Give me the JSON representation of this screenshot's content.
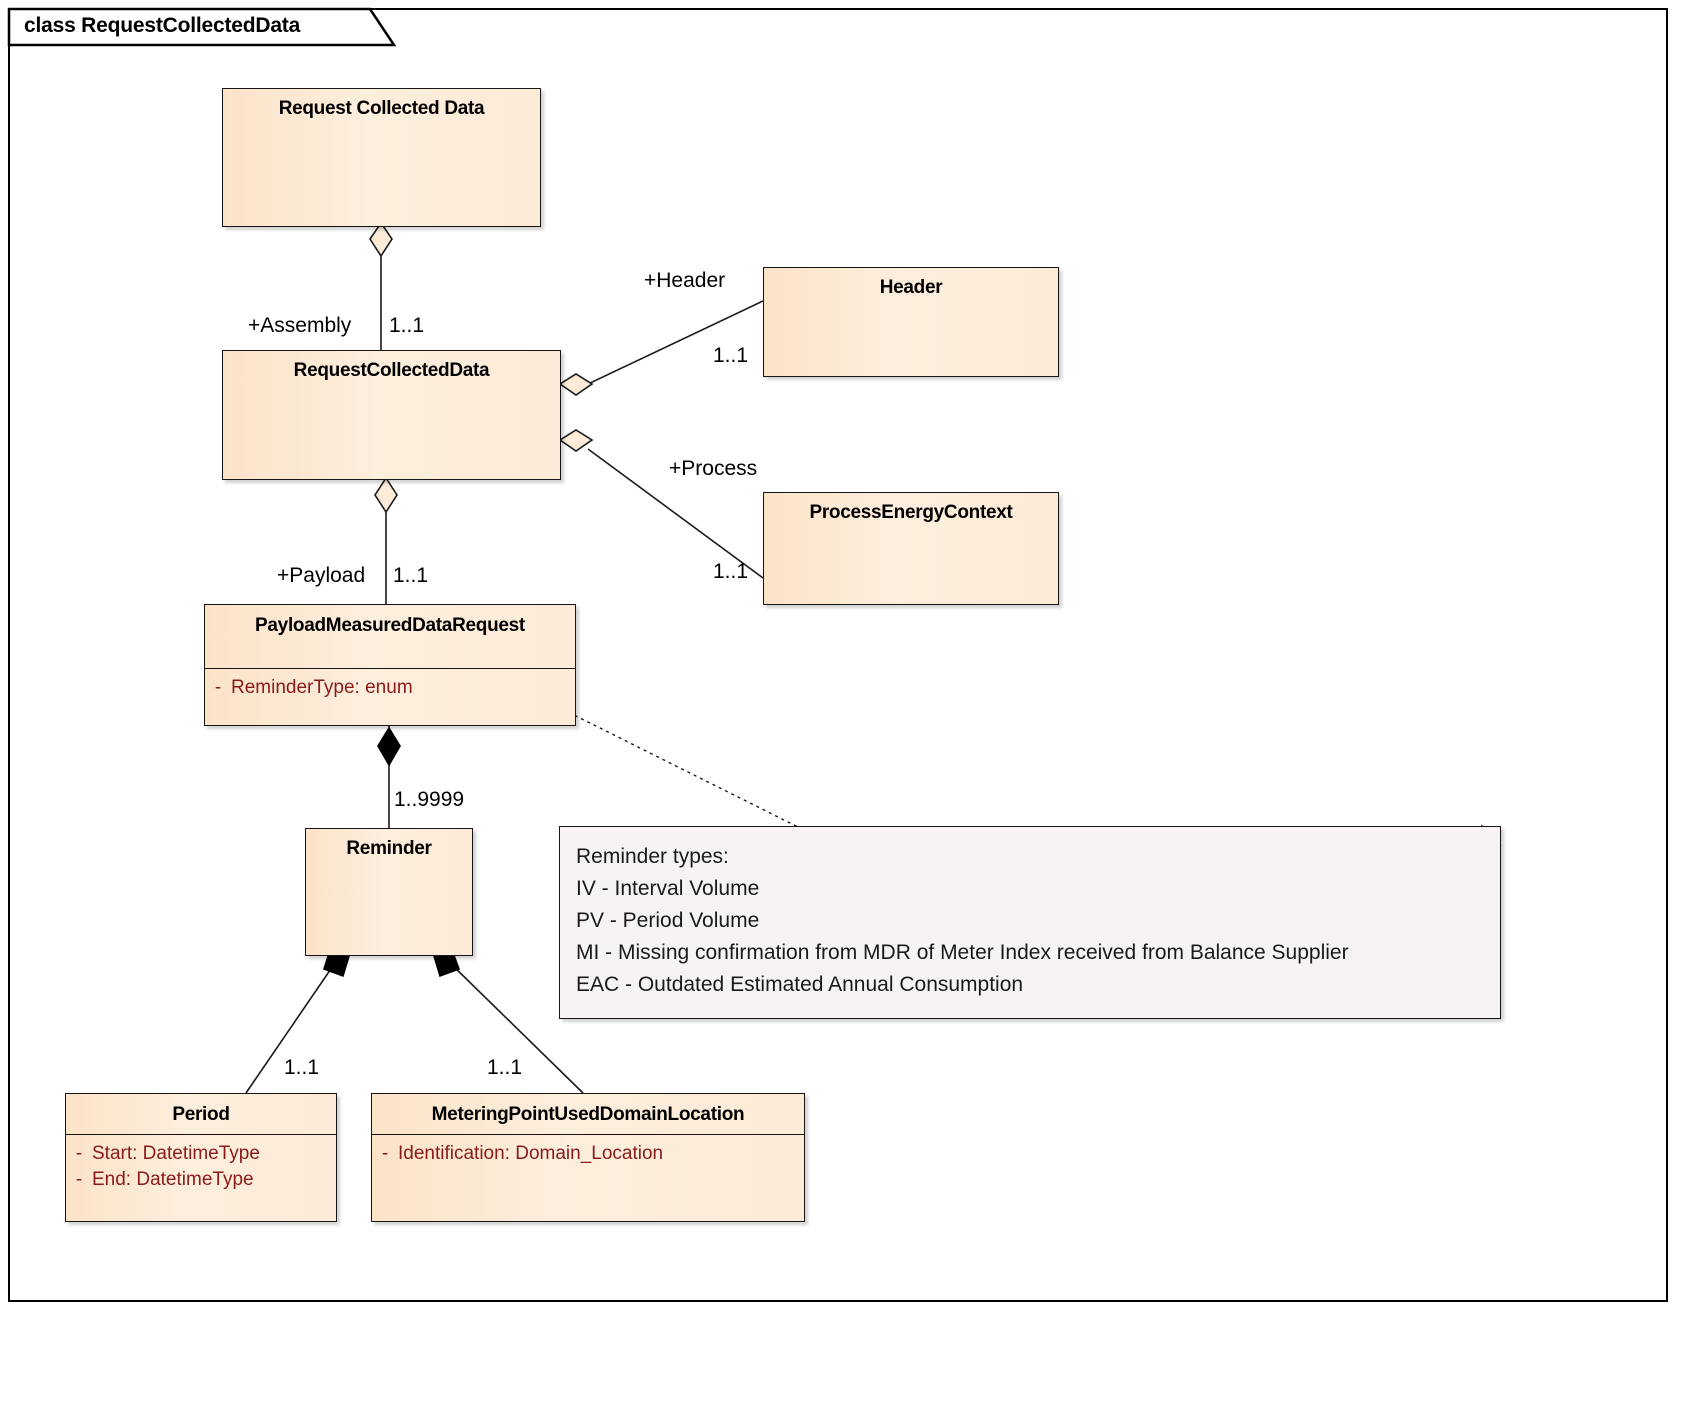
{
  "diagram": {
    "frame_keyword": "class",
    "frame_title": "RequestCollectedData",
    "frame_label": "class RequestCollectedData",
    "type": "uml-class-diagram",
    "colors": {
      "class_fill": "#fbe3c8",
      "class_border": "#161616",
      "attribute_text": "#8b1a1a",
      "note_fill": "#f7f2f6",
      "background": "#ffffff"
    }
  },
  "classes": {
    "request_collected_data_root": {
      "name": "Request Collected Data",
      "attributes": []
    },
    "request_collected_data": {
      "name": "RequestCollectedData",
      "attributes": []
    },
    "header": {
      "name": "Header",
      "attributes": []
    },
    "process_energy_context": {
      "name": "ProcessEnergyContext",
      "attributes": []
    },
    "payload_measured_data_request": {
      "name": "PayloadMeasuredDataRequest",
      "attributes": [
        {
          "visibility": "-",
          "signature": "ReminderType: enum"
        }
      ]
    },
    "reminder": {
      "name": "Reminder",
      "attributes": []
    },
    "period": {
      "name": "Period",
      "attributes": [
        {
          "visibility": "-",
          "signature": "Start: DatetimeType"
        },
        {
          "visibility": "-",
          "signature": "End: DatetimeType"
        }
      ]
    },
    "metering_point_used_domain_location": {
      "name": "MeteringPointUsedDomainLocation",
      "attributes": [
        {
          "visibility": "-",
          "signature": "Identification: Domain_Location"
        }
      ]
    }
  },
  "connectors": [
    {
      "id": "assembly",
      "kind": "aggregation",
      "from": "request_collected_data_root",
      "to": "request_collected_data",
      "role": "+Assembly",
      "multiplicity": "1..1"
    },
    {
      "id": "header",
      "kind": "aggregation",
      "from": "request_collected_data",
      "to": "header",
      "role": "+Header",
      "multiplicity": "1..1"
    },
    {
      "id": "process",
      "kind": "aggregation",
      "from": "request_collected_data",
      "to": "process_energy_context",
      "role": "+Process",
      "multiplicity": "1..1"
    },
    {
      "id": "payload",
      "kind": "aggregation",
      "from": "request_collected_data",
      "to": "payload_measured_data_request",
      "role": "+Payload",
      "multiplicity": "1..1"
    },
    {
      "id": "reminder",
      "kind": "composition",
      "from": "payload_measured_data_request",
      "to": "reminder",
      "role": "",
      "multiplicity": "1..9999"
    },
    {
      "id": "period",
      "kind": "composition",
      "from": "reminder",
      "to": "period",
      "role": "",
      "multiplicity": "1..1"
    },
    {
      "id": "mpudl",
      "kind": "composition",
      "from": "reminder",
      "to": "metering_point_used_domain_location",
      "role": "",
      "multiplicity": "1..1"
    },
    {
      "id": "note-anchor",
      "kind": "note-link",
      "from": "payload_measured_data_request",
      "to": "reminder_types_note",
      "role": "",
      "multiplicity": ""
    }
  ],
  "note": {
    "id": "reminder_types_note",
    "lines": [
      "Reminder types:",
      "IV - Interval Volume",
      "PV - Period Volume",
      "MI - Missing confirmation from MDR of Meter Index received from Balance Supplier",
      "EAC - Outdated Estimated Annual Consumption"
    ]
  },
  "labels": {
    "assembly_role": "+Assembly",
    "assembly_mult": "1..1",
    "header_role": "+Header",
    "header_mult": "1..1",
    "process_role": "+Process",
    "process_mult": "1..1",
    "payload_role": "+Payload",
    "payload_mult": "1..1",
    "reminder_mult": "1..9999",
    "period_mult": "1..1",
    "mpudl_mult": "1..1"
  }
}
